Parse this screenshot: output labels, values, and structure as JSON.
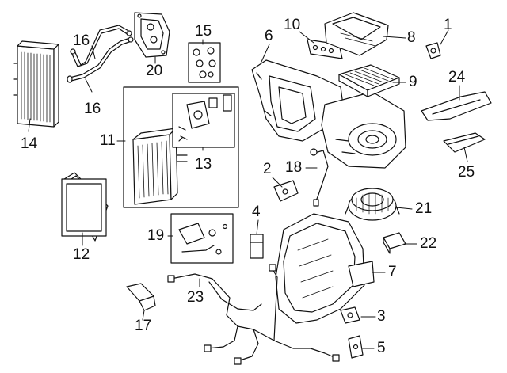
{
  "diagram": {
    "line_color": "#111111",
    "background": "#ffffff",
    "callouts": [
      {
        "id": "c1",
        "label": "1"
      },
      {
        "id": "c2",
        "label": "2"
      },
      {
        "id": "c3",
        "label": "3"
      },
      {
        "id": "c4",
        "label": "4"
      },
      {
        "id": "c5",
        "label": "5"
      },
      {
        "id": "c6",
        "label": "6"
      },
      {
        "id": "c7",
        "label": "7"
      },
      {
        "id": "c8",
        "label": "8"
      },
      {
        "id": "c9",
        "label": "9"
      },
      {
        "id": "c10",
        "label": "10"
      },
      {
        "id": "c11",
        "label": "11"
      },
      {
        "id": "c12",
        "label": "12"
      },
      {
        "id": "c13",
        "label": "13"
      },
      {
        "id": "c14",
        "label": "14"
      },
      {
        "id": "c15",
        "label": "15"
      },
      {
        "id": "c16a",
        "label": "16"
      },
      {
        "id": "c16b",
        "label": "16"
      },
      {
        "id": "c17",
        "label": "17"
      },
      {
        "id": "c18",
        "label": "18"
      },
      {
        "id": "c19",
        "label": "19"
      },
      {
        "id": "c20",
        "label": "20"
      },
      {
        "id": "c21",
        "label": "21"
      },
      {
        "id": "c22",
        "label": "22"
      },
      {
        "id": "c23",
        "label": "23"
      },
      {
        "id": "c24",
        "label": "24"
      },
      {
        "id": "c25",
        "label": "25"
      }
    ]
  }
}
